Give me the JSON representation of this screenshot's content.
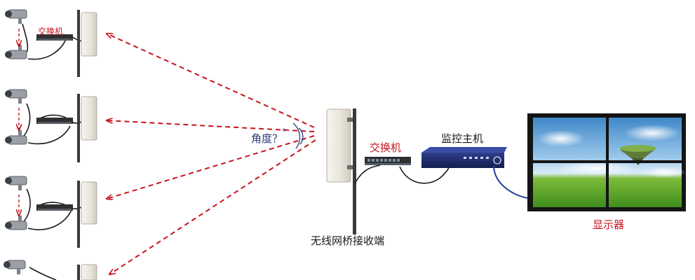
{
  "labels": {
    "site_switch": "交换机",
    "angle": "角度？",
    "center_switch": "交换机",
    "monitor_host": "监控主机",
    "display": "显示器",
    "bridge_receiver": "无线网桥接收端"
  },
  "colors": {
    "link_dashed": "#c8141e",
    "label_red": "#c8141e",
    "cable": "#1a1a1a",
    "hdmi_cable": "#1f3f9a",
    "pole": "#3a3a3a",
    "antenna": "#ece9e1"
  },
  "icons": {
    "camera": "cctv-camera-icon",
    "switch": "network-switch-icon",
    "antenna": "wireless-antenna-icon",
    "nvr": "nvr-recorder-icon",
    "display": "video-wall-icon"
  }
}
